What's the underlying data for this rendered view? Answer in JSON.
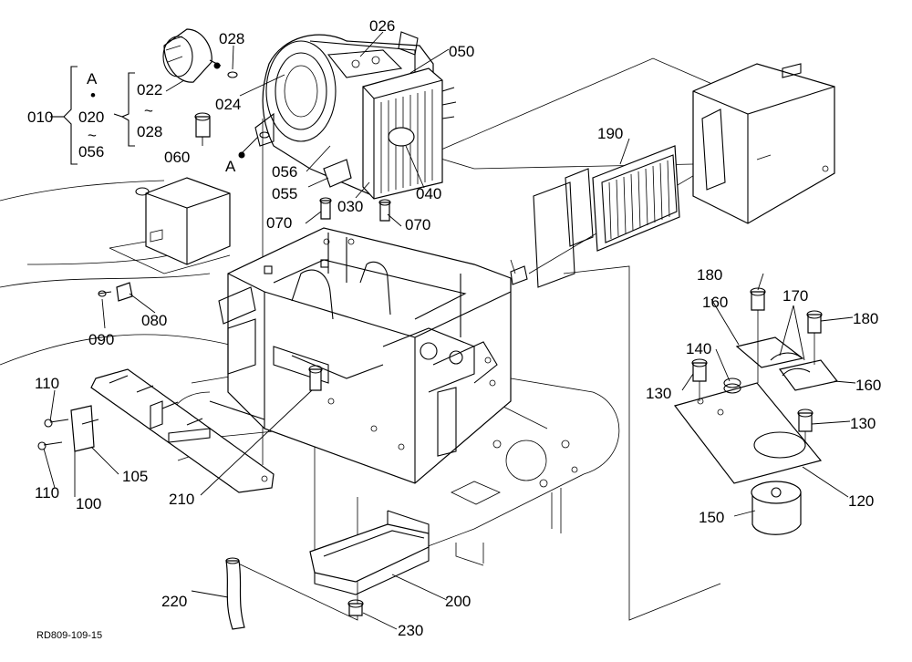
{
  "drawing_code": "RD809-109-15",
  "callouts": {
    "p010": "010",
    "p020": "020",
    "p022": "022",
    "p024": "024",
    "p026": "026",
    "p028a": "028",
    "p028b": "028",
    "p030": "030",
    "p040": "040",
    "p050": "050",
    "p055": "055",
    "p056a": "056",
    "p056b": "056",
    "p060": "060",
    "p070a": "070",
    "p070b": "070",
    "p080": "080",
    "p090": "090",
    "p100": "100",
    "p105": "105",
    "p110a": "110",
    "p110b": "110",
    "p120": "120",
    "p130a": "130",
    "p130b": "130",
    "p140": "140",
    "p150": "150",
    "p160a": "160",
    "p160b": "160",
    "p170": "170",
    "p180a": "180",
    "p180b": "180",
    "p190": "190",
    "p200": "200",
    "p210": "210",
    "p220": "220",
    "p230": "230"
  },
  "refs": {
    "a_top": "A",
    "a_main": "A",
    "dot": "•",
    "tilde_left": "~",
    "tilde_right": "~"
  }
}
